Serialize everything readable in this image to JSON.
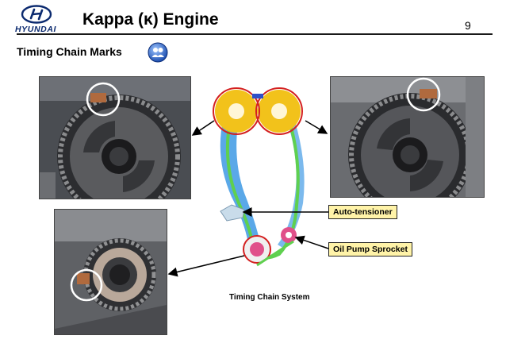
{
  "header": {
    "brand": "HYUNDAI",
    "title": "Kappa (κ) Engine",
    "page_number": "9"
  },
  "section": {
    "subtitle": "Timing Chain Marks"
  },
  "labels": {
    "auto_tensioner": "Auto-tensioner",
    "oil_pump_sprocket": "Oil Pump Sprocket"
  },
  "diagram": {
    "caption": "Timing Chain System"
  },
  "colors": {
    "brand_blue": "#0b2a6f",
    "mark_red": "#d42020",
    "chain_green": "#5fd04f",
    "guide_blue": "#5aa8e8",
    "sprocket_yellow": "#f2c21b",
    "label_bg": "#fff3a8"
  },
  "icons": {
    "logo": "hyundai-logo",
    "nav": "people-icon"
  }
}
